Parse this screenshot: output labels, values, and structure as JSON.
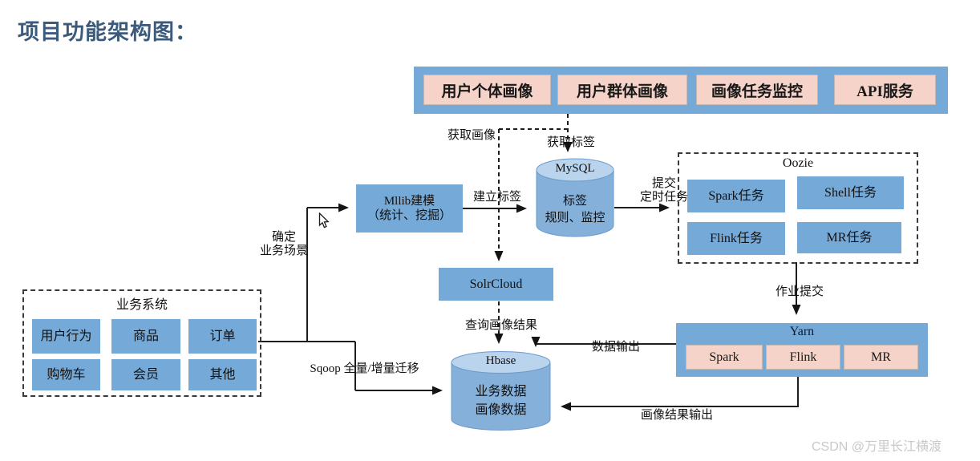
{
  "page": {
    "title": "项目功能架构图：",
    "watermark": "CSDN @万里长江横渡"
  },
  "colors": {
    "accent_blue": "#74A9D8",
    "accent_pink": "#F5D3C8",
    "cylinder_body": "#85B0D9",
    "cylinder_top": "#B9D4EC",
    "title_text": "#3C5B7B"
  },
  "top_bar": {
    "items": [
      {
        "label": "用户个体画像"
      },
      {
        "label": "用户群体画像"
      },
      {
        "label": "画像任务监控"
      },
      {
        "label": "API服务"
      }
    ]
  },
  "nodes": {
    "mllib": {
      "line1": "Mllib建模",
      "line2": "（统计、挖掘）"
    },
    "mysql": {
      "name": "MySQL",
      "line1": "标签",
      "line2": "规则、监控"
    },
    "solrcloud": {
      "name": "SolrCloud"
    },
    "hbase": {
      "name": "Hbase",
      "line1": "业务数据",
      "line2": "画像数据"
    },
    "oozie": {
      "title": "Oozie",
      "tasks": [
        {
          "label": "Spark任务"
        },
        {
          "label": "Shell任务"
        },
        {
          "label": "Flink任务"
        },
        {
          "label": "MR任务"
        }
      ]
    },
    "yarn": {
      "title": "Yarn",
      "engines": [
        {
          "label": "Spark"
        },
        {
          "label": "Flink"
        },
        {
          "label": "MR"
        }
      ]
    },
    "business_system": {
      "title": "业务系统",
      "modules": [
        {
          "label": "用户行为"
        },
        {
          "label": "商品"
        },
        {
          "label": "订单"
        },
        {
          "label": "购物车"
        },
        {
          "label": "会员"
        },
        {
          "label": "其他"
        }
      ]
    }
  },
  "edge_labels": {
    "get_portrait": "获取画像",
    "get_tags": "获取标签",
    "create_tags": "建立标签",
    "submit_cron_line1": "提交",
    "submit_cron_line2": "定时任务",
    "job_submit": "作业提交",
    "define_scene_line1": "确定",
    "define_scene_line2": "业务场景",
    "sqoop_migrate": "Sqoop 全量/增量迁移",
    "query_portrait_result": "查询画像结果",
    "data_output": "数据输出",
    "portrait_result_output": "画像结果输出"
  }
}
